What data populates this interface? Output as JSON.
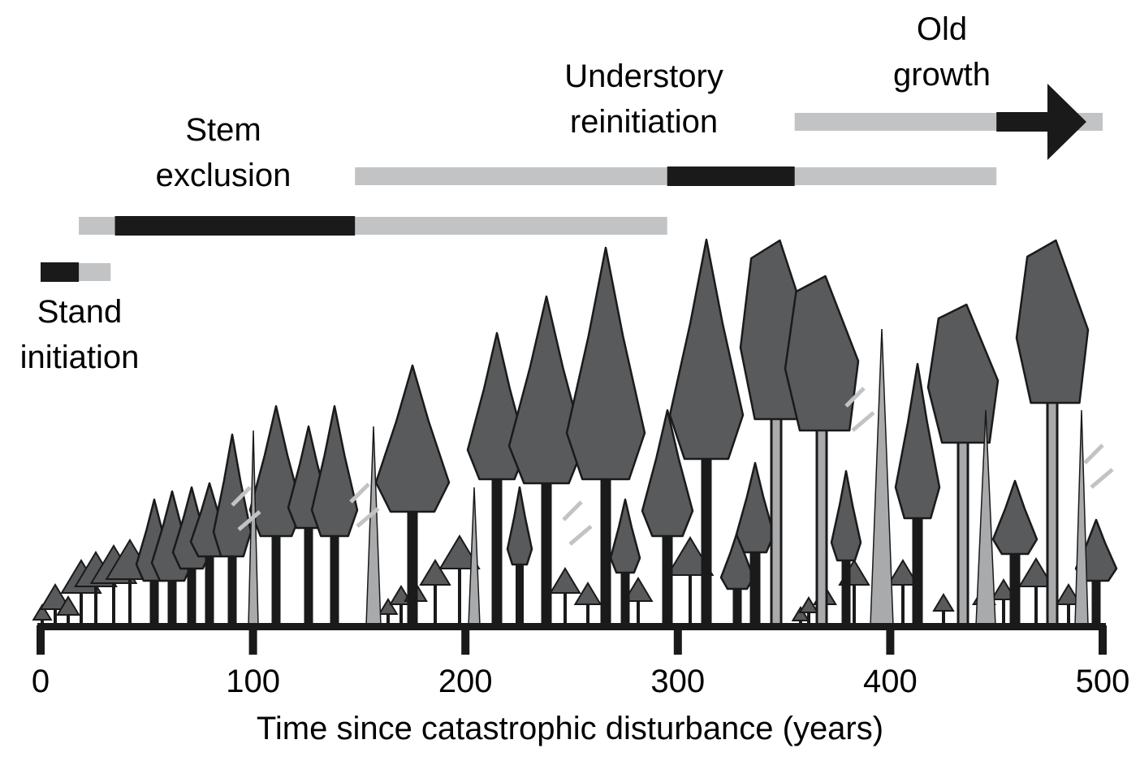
{
  "stages": [
    {
      "id": "stand-initiation",
      "label": "Stand\ninitiation",
      "range_years": [
        0,
        33
      ],
      "core_years": [
        0,
        18
      ]
    },
    {
      "id": "stem-exclusion",
      "label": "Stem\nexclusion",
      "range_years": [
        18,
        295
      ],
      "core_years": [
        35,
        148
      ]
    },
    {
      "id": "understory-reinitiation",
      "label": "Understory\nreinitiation",
      "range_years": [
        148,
        450
      ],
      "core_years": [
        295,
        355
      ]
    },
    {
      "id": "old-growth",
      "label": "Old\ngrowth",
      "range_years": [
        355,
        500
      ],
      "core_years": [
        450,
        500
      ]
    }
  ],
  "x_axis": {
    "title": "Time since catastrophic disturbance (years)",
    "ticks": [
      "0",
      "100",
      "200",
      "300",
      "400",
      "500"
    ],
    "range": [
      0,
      500
    ]
  },
  "colors": {
    "core_bar": "#1a1a1a",
    "transition_bar": "#c2c3c5",
    "crown": "#595a5c",
    "snag": "#a9aaac",
    "ground": "#1a1a1a"
  }
}
